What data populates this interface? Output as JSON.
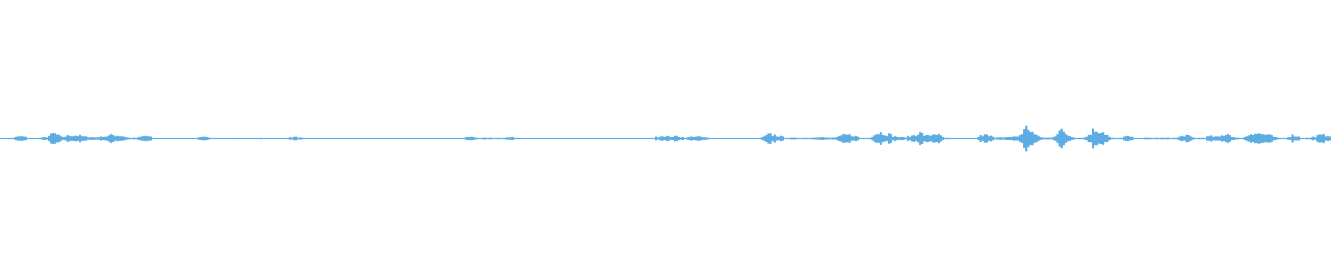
{
  "waveform": {
    "color": "#5dade2",
    "background": "#ffffff",
    "peaks": [
      0.004,
      0.006,
      0.02,
      0.006,
      0.004,
      0.01,
      0.045,
      0.01,
      0.03,
      0.025,
      0.012,
      0.008,
      0.015,
      0.03,
      0.025,
      0.006,
      0.006,
      0.025,
      0.004,
      0.004,
      0.004,
      0.004,
      0.004,
      0.004,
      0.012,
      0.004,
      0.005,
      0.004,
      0.005,
      0.004,
      0.004,
      0.005,
      0.004,
      0.004,
      0.005,
      0.012,
      0.004,
      0.004,
      0.004,
      0.004,
      0.004,
      0.004,
      0.004,
      0.004,
      0.004,
      0.004,
      0.004,
      0.004,
      0.004,
      0.004,
      0.004,
      0.004,
      0.004,
      0.004,
      0.004,
      0.004,
      0.012,
      0.006,
      0.006,
      0.006,
      0.006,
      0.01,
      0.004,
      0.004,
      0.004,
      0.004,
      0.004,
      0.004,
      0.004,
      0.004,
      0.004,
      0.004,
      0.004,
      0.004,
      0.004,
      0.004,
      0.004,
      0.004,
      0.004,
      0.025,
      0.015,
      0.02,
      0.006,
      0.02,
      0.01,
      0.004,
      0.004,
      0.004,
      0.004,
      0.004,
      0.004,
      0.004,
      0.037,
      0.025,
      0.006,
      0.006,
      0.006,
      0.006,
      0.012,
      0.006,
      0.008,
      0.03,
      0.03,
      0.004,
      0.006,
      0.05,
      0.045,
      0.02,
      0.008,
      0.02,
      0.05,
      0.02,
      0.045,
      0.006,
      0.004,
      0.004,
      0.004,
      0.004,
      0.055,
      0.006,
      0.008,
      0.012,
      0.02,
      0.1,
      0.025,
      0.006,
      0.008,
      0.07,
      0.025,
      0.006,
      0.008,
      0.075,
      0.065,
      0.006,
      0.004,
      0.02,
      0.004,
      0.006,
      0.006,
      0.006,
      0.006,
      0.006,
      0.03,
      0.006,
      0.006,
      0.02,
      0.012,
      0.045,
      0.006,
      0.006,
      0.05,
      0.04,
      0.03,
      0.006,
      0.004,
      0.03,
      0.006,
      0.006,
      0.025,
      0.03
    ]
  }
}
